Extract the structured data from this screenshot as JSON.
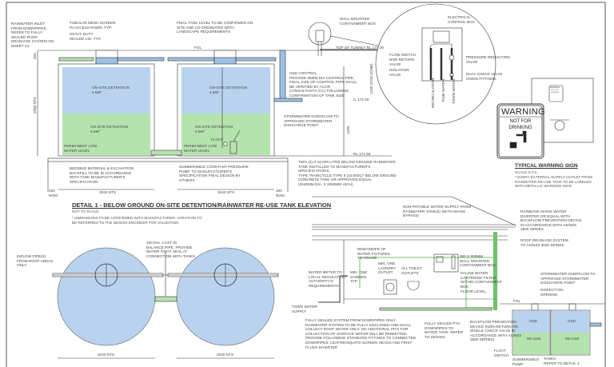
{
  "elevation": {
    "labels": {
      "inlet": "RAINWATER INLET\nFROM DOWNPIPES.\nREFER TO FULLY\nSEALED ROOF\nDRAINAGE SYSTEM ON\nSHEET C2",
      "mesh": "TUBULAR MESH SCREEN\nIN ACCESS RISER, TYP.",
      "lid": "HEAVY DUTY\nSEALED LID, TYP.",
      "final_level": "FINAL TANK LEVEL TO BE CONFIRMED ON\nSITE AND CO-ORDINATED WITH\nLANDSCAPE REQUIREMENTS",
      "wall_box": "WALL MOUNTED\nCONTAINMENT BOX",
      "fgl": "FGL",
      "top_turret": "TOP OF TURRET RL 174.30",
      "osd_control": "OSD CONTROL\nPROVIDE 65mm DIA CONTROL PIPE.\nFINAL SIZE OF CONTROL PIPE SHALL\nBE VERIFIED BY ACOR\nCONSULTANTS (CC) FOLLOWING\nCONFIRMATION OF TANK SIZE.",
      "il": "IL 172.50",
      "rl_bottom": "RL 171.55",
      "overflow": "STORMWATER OVERFLOW TO\nAPPROVED STORMWATER\nDISCHARGE POINT",
      "detention_1": "ON-SITE DETENTION\n4.5m³",
      "detention_2": "ON-SITE DETENTION\n4.5m³",
      "retention_1": "ON-SITE RETENTION\n6.5m³",
      "retention_2": "ON-SITE RETENTION\n6.5m³",
      "plwl_1": "PERMANENT LOW\nWATER LEVEL",
      "plwl_2": "PERMANENT LOW\nWATER LEVEL",
      "float": "FLOAT",
      "bedding": "BEDDING MATERIAL & EXCAVATION\nBACKFILL TO BE IN ACCORDANCE\nWITH TANK MANUFACTURER'S\nSPECIFICATION",
      "pump": "SUBMERSIBLE CONSTANT PRESSURE\nPUMP. TO MANUFACTURER'S\nSPECIFICATION FINAL DESIGN BY\nOTHERS",
      "tanks_spec": "TWO (2) x 10,000 litre BELOW GROUND RAINWATER\nTANK INSTALLED TO MANUFACTURER'S\nSPECIFICATIONS.\nTYPE \"RAINCYCLE TYPE 8 (10,000L)\" BELOW GROUND\nCONCRETE TANK OR APPROVED EQUAL\n(2040mm DIA. x 2050mm HIGH)",
      "dim_height": "2050 NTS",
      "dim_width_1": "2040 NTS",
      "dim_width_2": "2040 NTS",
      "dim_gap_1": "300\nNOM",
      "dim_gap_2": "300\nNOM",
      "dim_top": "300",
      "dim_osd": "1200\n(OSD ZONE)",
      "dim_osd_h": "1200"
    },
    "detail_circle": {
      "electrical": "ELECTRICAL\nCONTROL BOX",
      "flow_switch": "FLOW SWITCH",
      "non_return": "NON RETURN\nVALVE",
      "isolation": "ISOLATION\nVALVE",
      "prv": "PRESSURE REDUCTION\nVALVE",
      "dual_check": "DUAL CHECK VALVE",
      "union": "UNION FITTINGS",
      "pipe_1": "RECIRCULATION",
      "pipe_2": "TANK WATER",
      "pipe_3": "TOWN WATER"
    }
  },
  "warning_sign": {
    "heading": "WARNING",
    "text": "NOT FOR\nDRINKING",
    "title": "TYPICAL WARNING SIGN",
    "scale": "SCALE N.T.S.",
    "note": "* EVERY EXTERNAL SUPPLY OUTLET FROM\nRAINWATER RE-USE TANK TO BE LABELED\nWITH METALLIC WARNING SIGN",
    "mini_heading": "WARNING",
    "mini_text": "NOT FOR\nDRINKING"
  },
  "detail1": {
    "title": "DETAIL 1 - BELOW GROUND ON-SITE DETENTION/RAINWATER RE-USE TANK ELEVATION",
    "scale": "NOT TO SCALE",
    "note": "* DIMENSIONS TO BE CONFIRMED WITH MANUFACTURER. VARIATION TO\n  BE REFERRED TO THE DESIGN ENGINEER FOR VALIDATION"
  },
  "plan": {
    "inflow": "INFLOW PIPE(S)\nFROM ROOF AREAS\nONLY",
    "balance": "100 DIA. CAST IN\nBALANCE PIPE. PROVIDE\nWATER TIGHT SEAL AT\nCONNECTION WITH TANKS",
    "dim_1": "2040 NTS",
    "dim_2": "2040 NTS"
  },
  "schematic": {
    "non_potable": "NON-POTABLE WATER SUPPLY FROM\nRAINWATER TANK(S) (WITH MAINS\nBYPASS)",
    "rainbank": "RAINBANK MAINS WATER\nDIVERTER OR EQUAL WITH\nBACKFLOW PREVENTION DEVICE\nIN ACCORDANCE WITH AS/NZS\n3500 SERIES",
    "roof_drainage": "ROOF DRAINAGE SYSTEM\nTO AS/NZS 3500 SERIES",
    "remainder": "REMAINDER OF\nWATER FIXTURES\nTO HOUSE",
    "laundry": "MIN. ONE\nLAUNDRY\nOUTLET",
    "toilet": "ALL TOILET\nOUTLETS",
    "garden": "MIN. ONE\nGARDEN\nTAP",
    "box": "300 x 600mm\nWALL MOUNTED\nCONTAINMENT BOX",
    "filter": "IN-LINE WATER\nCARTRIDGE FILTER\nWITHIN CONTAINMENT\nBOX",
    "floor": "FLOOR LEVEL",
    "meter": "WATER METER TO\nLOCAL REGULATORY\nAUTHORITY'S\nREQUIREMENTS",
    "town": "TOWN WATER\nSUPPLY",
    "sealed_system": "FULLY SEALED SYSTEM FROM DOWNPIPES ONLY.\nRAINWATER SYSTEM TO BE FULLY ENCLOSED AND SHALL\nCOLLECT ROOF WATER ONLY. NO ADDITIONAL PITS FOR\nCOLLECTION OF SURFACE WATER WILL BE PERMITTED.\nPROVIDE FOLLOWING STANDARD FITTINGS TO CONNECTED\nDOWNPIPES: LEAF/MOSQUITO SCREEN HEADS AND FIRST\nFLUSH DIVERTER",
    "pvc": "FULLY SEALED PVC\nDOWNPIPES TO\nWATER TANK. REFER\nTO DESIGN",
    "backflow": "BACKFLOW PREVENTION\nDEVICE (NON-RETURN OR\nSINGLE CHECK VALVE IN\nACCORDANCE WITH AS/NZS\n3500 SERIES)",
    "overflow": "STORMWATER OVERFLOW TO\nAPPROVED STORMWATER\nDISCHARGE POINT",
    "inspection": "INSPECTION\nOPENING",
    "fgl": "FGL",
    "osd_1": "OSD",
    "osd_2": "OSD",
    "reuse_1": "RE-USE",
    "reuse_2": "RE-USE",
    "float": "FLOAT\nSWITCH",
    "pump": "SUBMERSIBLE\nPUMP",
    "tanks": "TANKS\nREFER TO DETAIL 1"
  },
  "colors": {
    "detention": "#b9d3ef",
    "retention": "#b5e3ae",
    "line": "#333333",
    "pipe_green": "#6fc26a",
    "pipe_blue": "#9dc0e6"
  }
}
